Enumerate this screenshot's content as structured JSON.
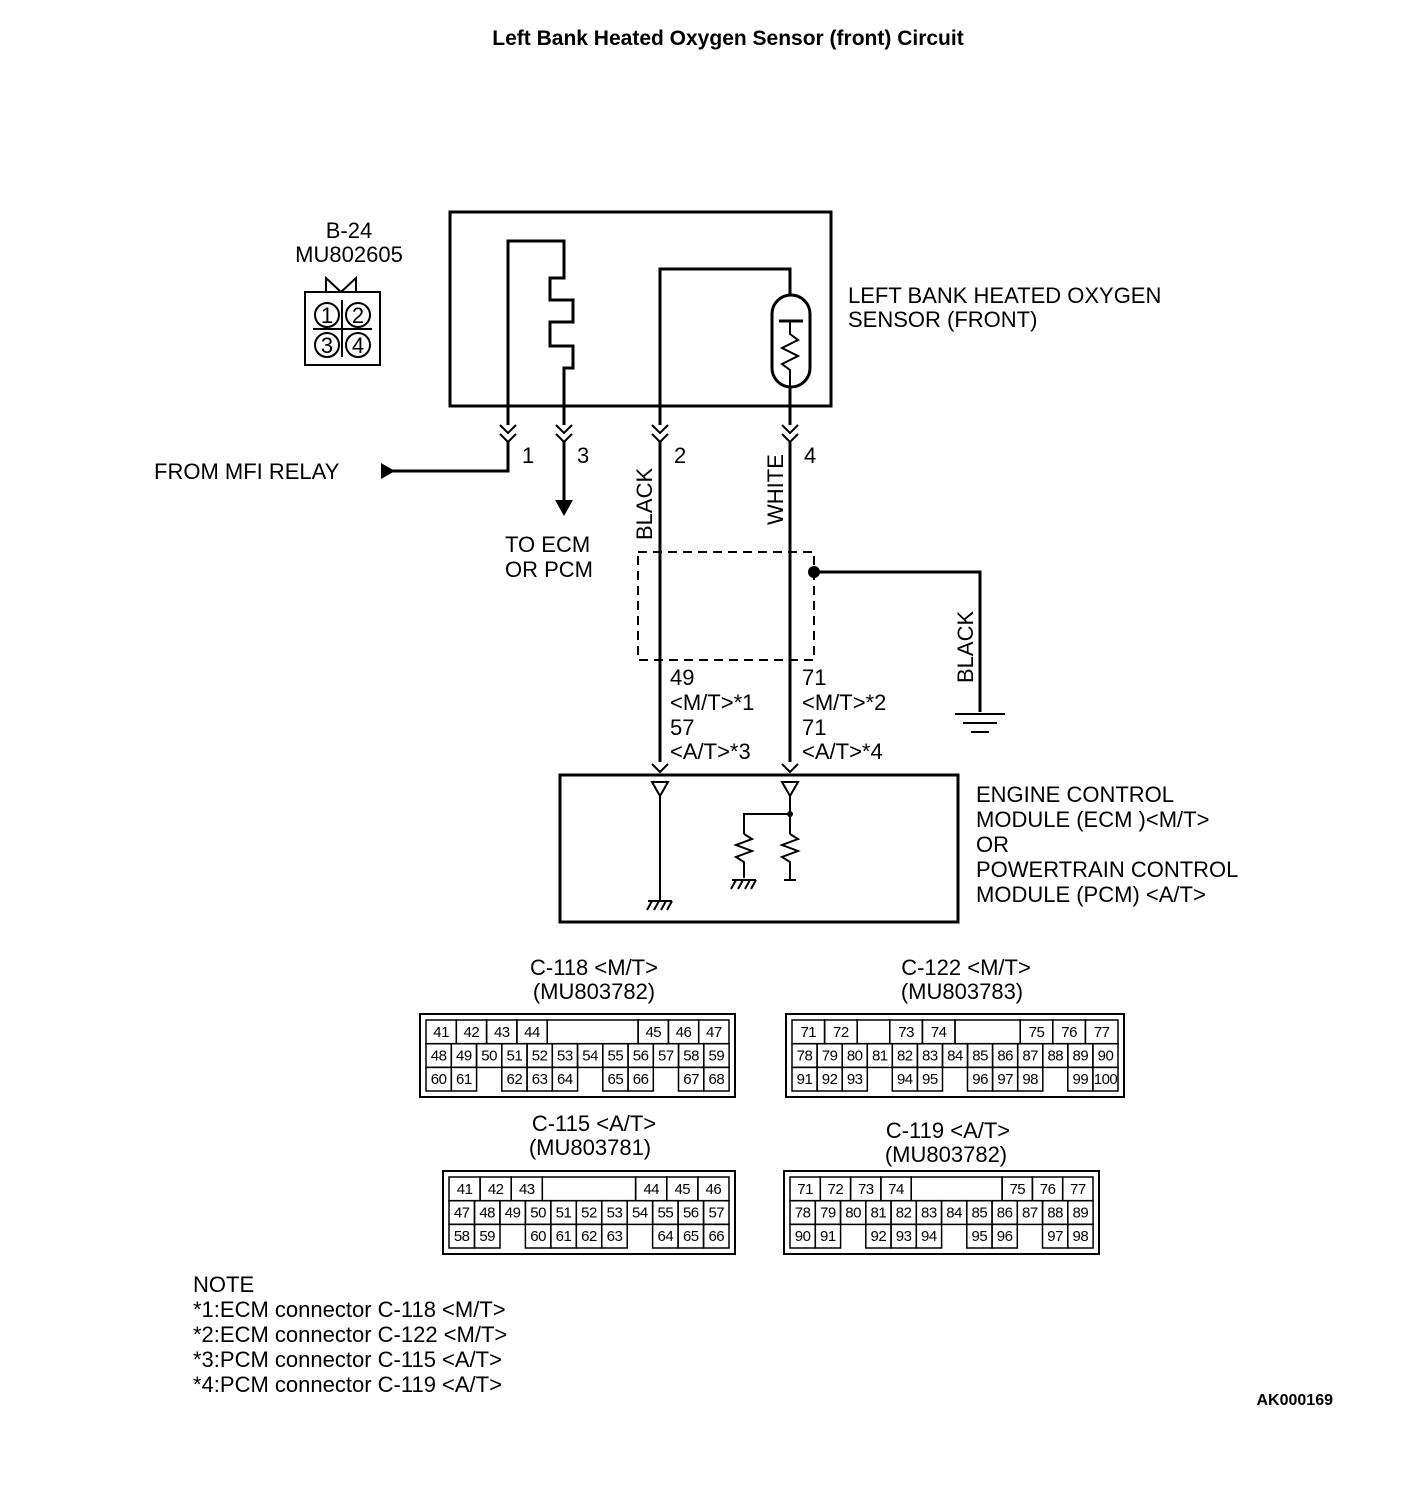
{
  "title": "Left Bank Heated Oxygen Sensor (front) Circuit",
  "sensor": {
    "connector_id": "B-24",
    "connector_part": "MU802605",
    "pins": [
      "1",
      "2",
      "3",
      "4"
    ],
    "label_line1": "LEFT BANK HEATED OXYGEN",
    "label_line2": "SENSOR (FRONT)"
  },
  "wires": {
    "pin1": "1",
    "pin3": "3",
    "pin2": "2",
    "pin4": "4",
    "from_relay": "FROM MFI RELAY",
    "to_ecm_line1": "TO ECM",
    "to_ecm_line2": "OR PCM",
    "black": "BLACK",
    "white": "WHITE",
    "ground_black": "BLACK"
  },
  "terminals": {
    "left": [
      "49",
      "<M/T>*1",
      "57",
      "<A/T>*3"
    ],
    "right": [
      "71",
      "<M/T>*2",
      "71",
      "<A/T>*4"
    ]
  },
  "module": {
    "line1": "ENGINE CONTROL",
    "line2": "MODULE (ECM )<M/T>",
    "line3": "OR",
    "line4": "POWERTRAIN CONTROL",
    "line5": "MODULE (PCM) <A/T>"
  },
  "connectors": [
    {
      "name": "C-118 <M/T>",
      "part": "(MU803782)",
      "rows": [
        [
          "41",
          "42",
          "43",
          "44",
          "",
          "",
          "",
          "45",
          "46",
          "47"
        ],
        [
          "48",
          "49",
          "50",
          "51",
          "52",
          "53",
          "54",
          "55",
          "56",
          "57",
          "58",
          "59"
        ],
        [
          "60",
          "61",
          "",
          "62",
          "63",
          "64",
          "",
          "65",
          "66",
          "",
          "67",
          "68"
        ]
      ]
    },
    {
      "name": "C-122 <M/T>",
      "part": "(MU803783)",
      "rows": [
        [
          "71",
          "72",
          "",
          "73",
          "74",
          "",
          "",
          "75",
          "76",
          "77"
        ],
        [
          "78",
          "79",
          "80",
          "81",
          "82",
          "83",
          "84",
          "85",
          "86",
          "87",
          "88",
          "89",
          "90"
        ],
        [
          "91",
          "92",
          "93",
          "",
          "94",
          "95",
          "",
          "96",
          "97",
          "98",
          "",
          "99",
          "100"
        ]
      ]
    },
    {
      "name": "C-115 <A/T>",
      "part": "(MU803781)",
      "rows": [
        [
          "41",
          "42",
          "43",
          "",
          "",
          "",
          "44",
          "45",
          "46"
        ],
        [
          "47",
          "48",
          "49",
          "50",
          "51",
          "52",
          "53",
          "54",
          "55",
          "56",
          "57"
        ],
        [
          "58",
          "59",
          "",
          "60",
          "61",
          "62",
          "63",
          "",
          "64",
          "65",
          "66"
        ]
      ]
    },
    {
      "name": "C-119 <A/T>",
      "part": "(MU803782)",
      "rows": [
        [
          "71",
          "72",
          "73",
          "74",
          "",
          "",
          "",
          "75",
          "76",
          "77"
        ],
        [
          "78",
          "79",
          "80",
          "81",
          "82",
          "83",
          "84",
          "85",
          "86",
          "87",
          "88",
          "89"
        ],
        [
          "90",
          "91",
          "",
          "92",
          "93",
          "94",
          "",
          "95",
          "96",
          "",
          "97",
          "98"
        ]
      ]
    }
  ],
  "note": {
    "heading": "NOTE",
    "lines": [
      "*1:ECM connector C-118 <M/T>",
      "*2:ECM connector C-122 <M/T>",
      "*3:PCM connector C-115 <A/T>",
      "*4:PCM connector C-119 <A/T>"
    ]
  },
  "ref_code": "AK000169"
}
